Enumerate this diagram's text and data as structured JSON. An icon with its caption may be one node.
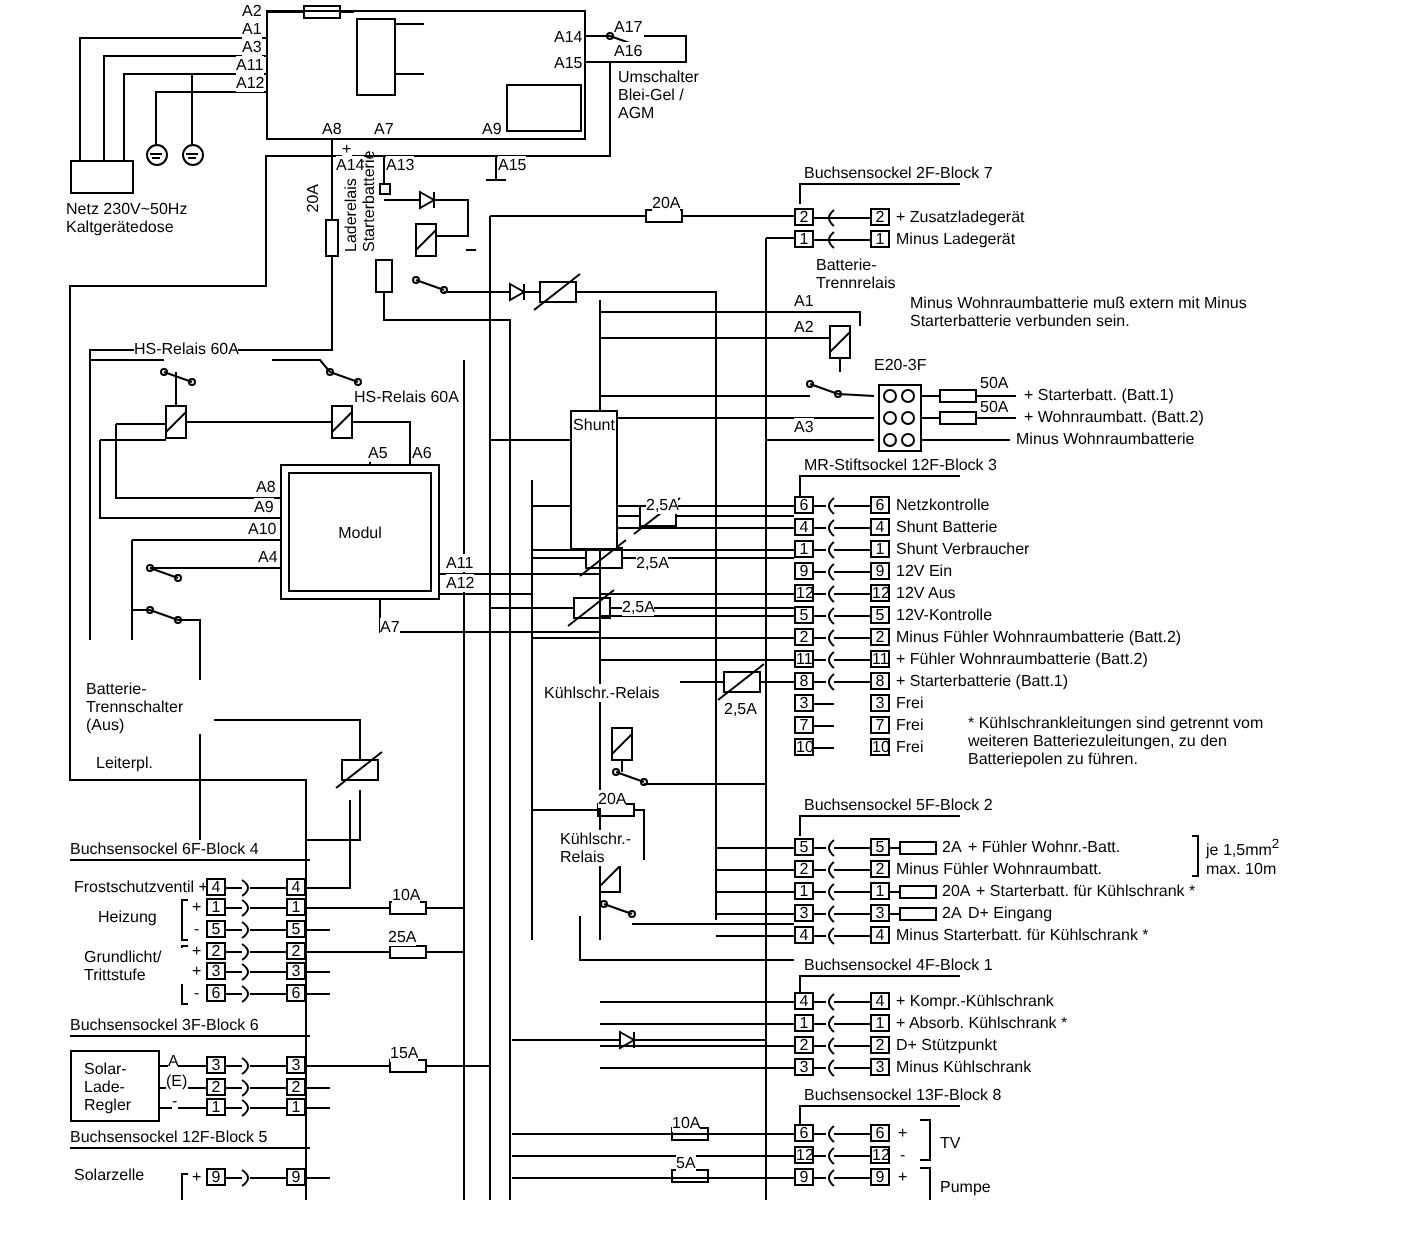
{
  "diagram": {
    "nodes": [
      {
        "text": [],
        "shape": "box"
      },
      {
        "text": [],
        "shape": "box",
        "in": 0
      },
      {
        "text": [],
        "shape": "box",
        "in": 0
      },
      {
        "text": [
          "Netz 230V~50Hz Kaltgerätedose"
        ]
      },
      {
        "text": [
          "Modul"
        ]
      },
      {
        "text": [
          "Shunt"
        ]
      },
      {
        "text": [
          "E20-3F"
        ]
      },
      {
        "text": [
          "Solar- Lade- Regler"
        ]
      },
      {
        "text": [],
        "shape": "circle"
      },
      {
        "text": [],
        "shape": "circle"
      }
    ],
    "edges": [
      {
        "from": 0,
        "to": 3,
        "arrow": "none"
      },
      {
        "from": 0,
        "to": 3,
        "arrow": "none"
      },
      {
        "from": 0,
        "to": 3,
        "arrow": "none"
      },
      {
        "from": 0,
        "to": 9,
        "arrow": "none"
      },
      {
        "from": 0,
        "to": 8,
        "arrow": "none"
      }
    ],
    "labels": [
      "A2",
      "A1",
      "A3",
      "A11",
      "A12",
      "A14",
      "A15",
      "A17",
      "A16",
      "Umschalter Blei-Gel / AGM",
      "A8",
      "A7",
      "A9",
      "+",
      "A14",
      "A13",
      "A15",
      "20A",
      "Laderelais Starterbatterie",
      "20A",
      "Buchsensockel 2F-Block 7",
      "2",
      "2",
      "+ Zusatzladegerät",
      "1",
      "1",
      "Minus Ladegerät",
      "Batterie-Trennrelais",
      "A1",
      "Minus Wohnraumbatterie muß extern mit Minus Starterbatterie verbunden sein.",
      "A2",
      "50A",
      "+ Starterbatt. (Batt.1)",
      "50A",
      "+ Wohnraumbatt. (Batt.2)",
      "A3",
      "Minus Wohnraumbatterie",
      "HS-Relais 60A",
      "HS-Relais 60A",
      "A5",
      "A6",
      "A8",
      "A9",
      "A10",
      "A4",
      "A11",
      "A12",
      "A7",
      "2,5A",
      "2,5A",
      "2,5A",
      "MR-Stiftsockel 12F-Block 3",
      "6",
      "6",
      "Netzkontrolle",
      "4",
      "4",
      "Shunt Batterie",
      "1",
      "1",
      "Shunt Verbraucher",
      "9",
      "9",
      "12V Ein",
      "12",
      "12",
      "12V Aus",
      "5",
      "5",
      "12V-Kontrolle",
      "2",
      "2",
      "Minus Fühler Wohnraumbatterie (Batt.2)",
      "11",
      "11",
      "+ Fühler Wohnraumbatterie (Batt.2)",
      "8",
      "8",
      "+ Starterbatterie (Batt.1)",
      "3",
      "3",
      "Frei",
      "7",
      "7",
      "Frei",
      "10",
      "10",
      "Frei",
      "2,5A",
      "Batterie-Trennschalter (Aus)",
      "Leiterpl.",
      "Kühlschr.-Relais",
      "* Kühlschrankleitungen sind getrennt vom weiteren Batteriezuleitungen, zu den Batteriepolen zu führen.",
      "20A",
      "Kühlschr.- Relais",
      "Buchsensockel 5F-Block 2",
      "5",
      "5",
      "2A",
      "+ Fühler Wohnr.-Batt.",
      "je 1,5mm$^{2}$ max. 10m",
      "2",
      "2",
      "Minus Fühler Wohnraumbatt.",
      "1",
      "1",
      "20A",
      "+ Starterbatt. für Kühlschrank *",
      "3",
      "3",
      "2A",
      "D+ Eingang",
      "4",
      "4",
      "Minus Starterbatt. für Kühlschrank *",
      "Buchsensockel 6F-Block 4",
      "Frostschutzventil +",
      "4",
      "4",
      "Heizung",
      "+",
      "1",
      "1",
      "10A",
      "-",
      "5",
      "5",
      "Grundlicht/ Trittstufe",
      "+",
      "2",
      "2",
      "25A",
      "+",
      "3",
      "3",
      "-",
      "6",
      "6",
      "Buchsensockel 4F-Block 1",
      "4",
      "4",
      "+ Kompr.-Kühlschrank",
      "1",
      "1",
      "+ Absorb. Kühlschrank *",
      "2",
      "2",
      "D+ Stützpunkt",
      "3",
      "3",
      "Minus Kühlschrank",
      "Buchsensockel 3F-Block 6",
      "A",
      "3",
      "3",
      "15A",
      "(E)",
      "2",
      "2",
      "-",
      "1",
      "1",
      "Buchsensockel 13F-Block 8",
      "6",
      "6",
      "+",
      "TV",
      "12",
      "12",
      "-",
      "10A",
      "9",
      "9",
      "+",
      "Pumpe",
      "5A",
      "Buchsensockel 12F-Block 5",
      "Solarzelle",
      "+",
      "9",
      "9"
    ]
  }
}
